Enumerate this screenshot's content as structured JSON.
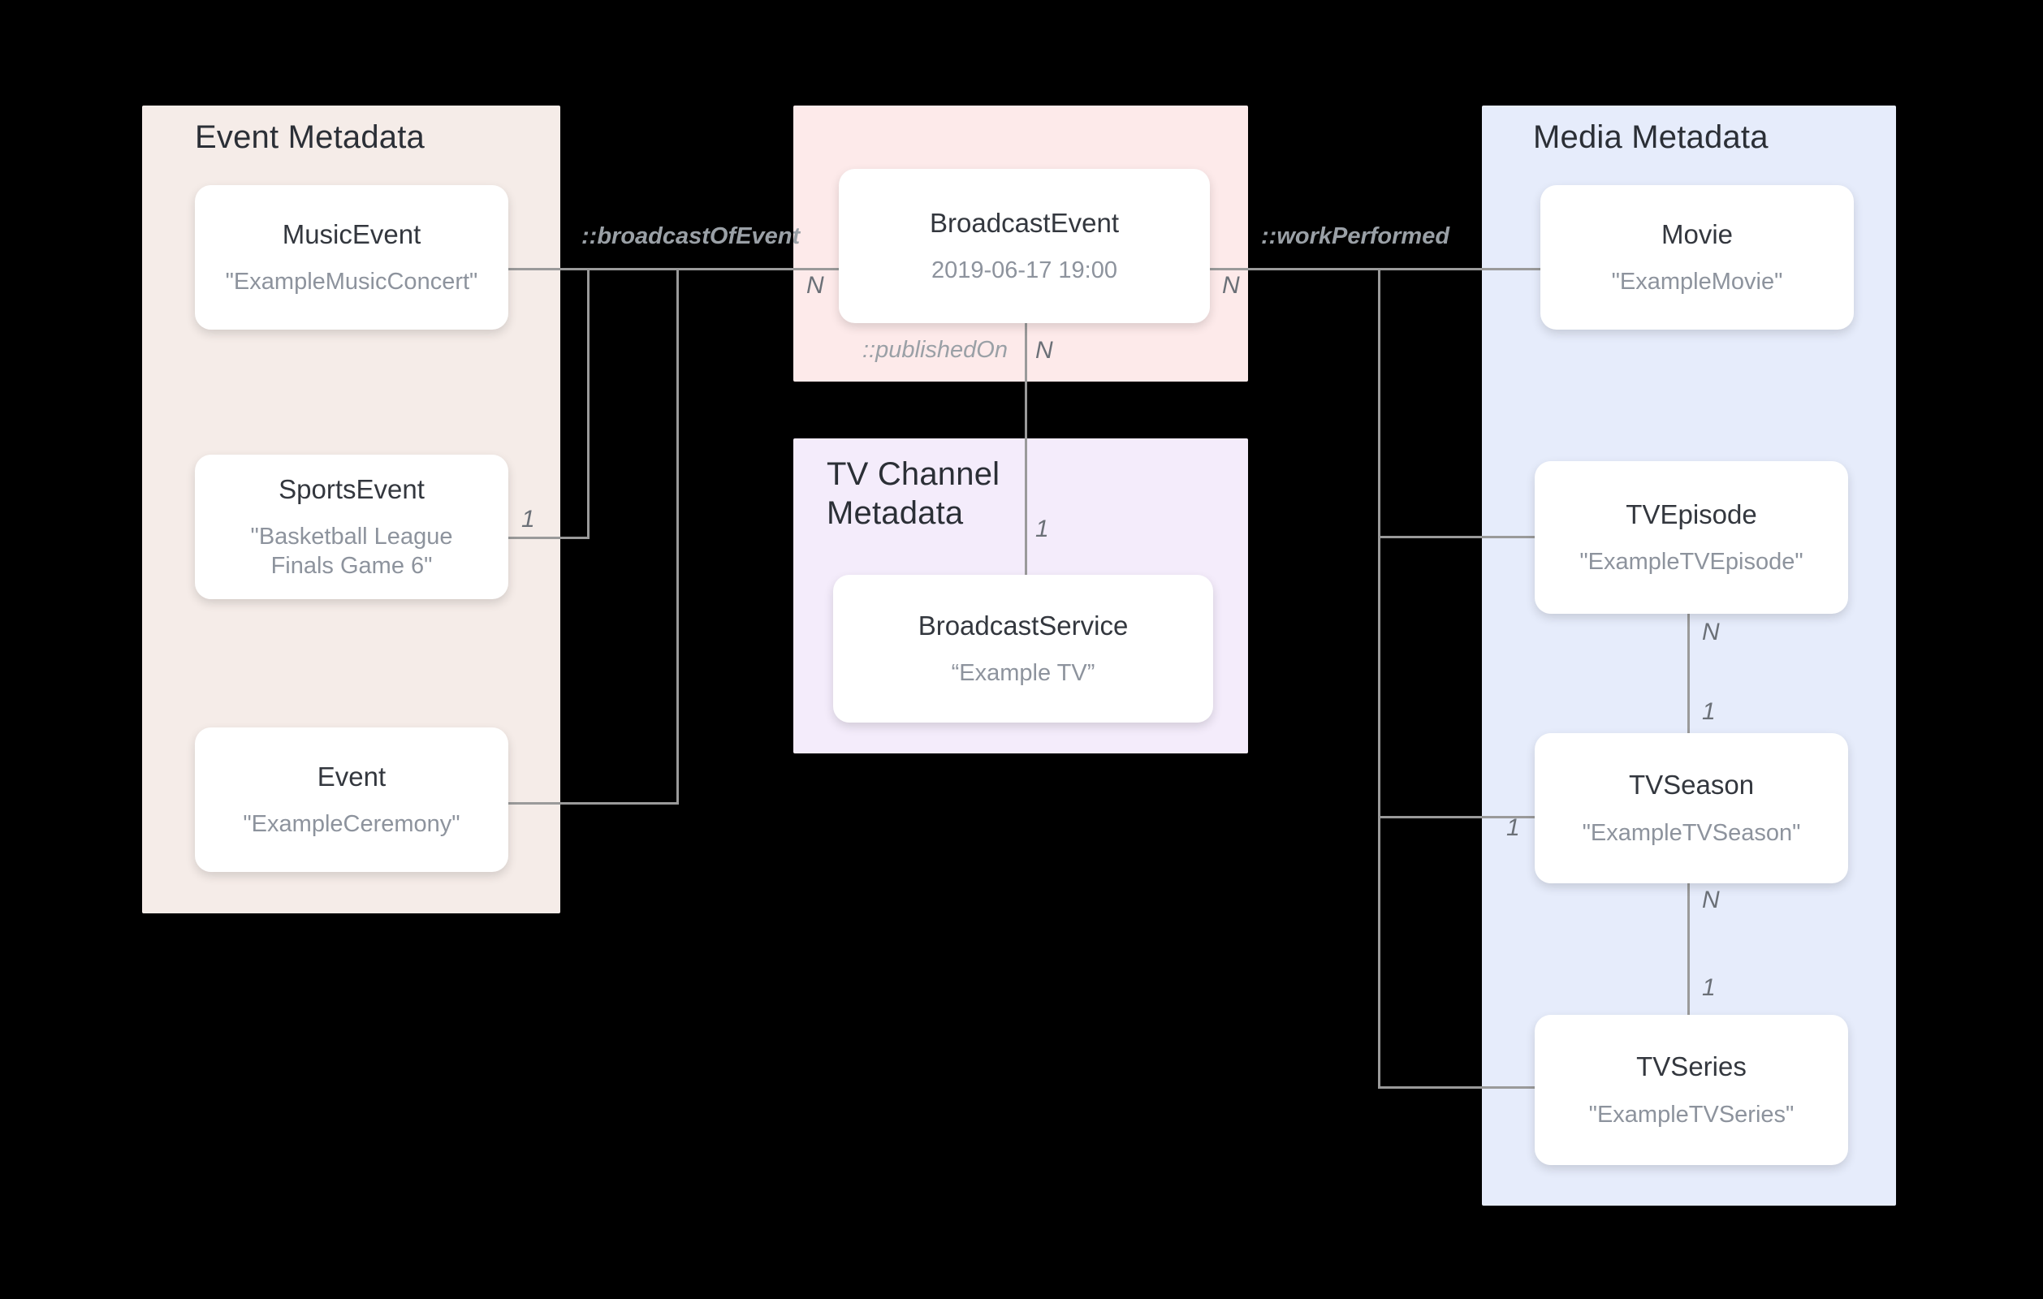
{
  "diagram": {
    "title": "Broadcast / Media metadata entity relationship diagram",
    "groups": [
      {
        "id": "event",
        "label": "Event Metadata",
        "color": "#f5ece8"
      },
      {
        "id": "broadcast",
        "label": "",
        "color": "#fdeaea"
      },
      {
        "id": "tvchannel",
        "label": "TV Channel\nMetadata",
        "color": "#f4ecfb"
      },
      {
        "id": "media",
        "label": "Media Metadata",
        "color": "#e6ecfb"
      }
    ],
    "group_labels": {
      "event": "Event Metadata",
      "tvchannel_line1": "TV Channel",
      "tvchannel_line2": "Metadata",
      "media": "Media Metadata"
    },
    "nodes": {
      "music_event": {
        "title": "MusicEvent",
        "subtitle": "\"ExampleMusicConcert\""
      },
      "sports_event": {
        "title": "SportsEvent",
        "subtitle": "\"Basketball League Finals Game 6\""
      },
      "event": {
        "title": "Event",
        "subtitle": "\"ExampleCeremony\""
      },
      "broadcast_event": {
        "title": "BroadcastEvent",
        "subtitle": "2019-06-17 19:00"
      },
      "broadcast_service": {
        "title": "BroadcastService",
        "subtitle": "“Example TV”"
      },
      "movie": {
        "title": "Movie",
        "subtitle": "\"ExampleMovie\""
      },
      "tv_episode": {
        "title": "TVEpisode",
        "subtitle": "\"ExampleTVEpisode\""
      },
      "tv_season": {
        "title": "TVSeason",
        "subtitle": "\"ExampleTVSeason\""
      },
      "tv_series": {
        "title": "TVSeries",
        "subtitle": "\"ExampleTVSeries\""
      }
    },
    "relations": {
      "broadcast_of_event": "::broadcastOfEvent",
      "work_performed": "::workPerformed",
      "published_on": "::publishedOn"
    },
    "cardinalities": {
      "broadcast_left_n": "N",
      "broadcast_right_n": "N",
      "sports_one": "1",
      "published_n": "N",
      "service_one": "1",
      "episode_n": "N",
      "season_one_top": "1",
      "season_one_left": "1",
      "season_n": "N",
      "series_one": "1"
    }
  }
}
